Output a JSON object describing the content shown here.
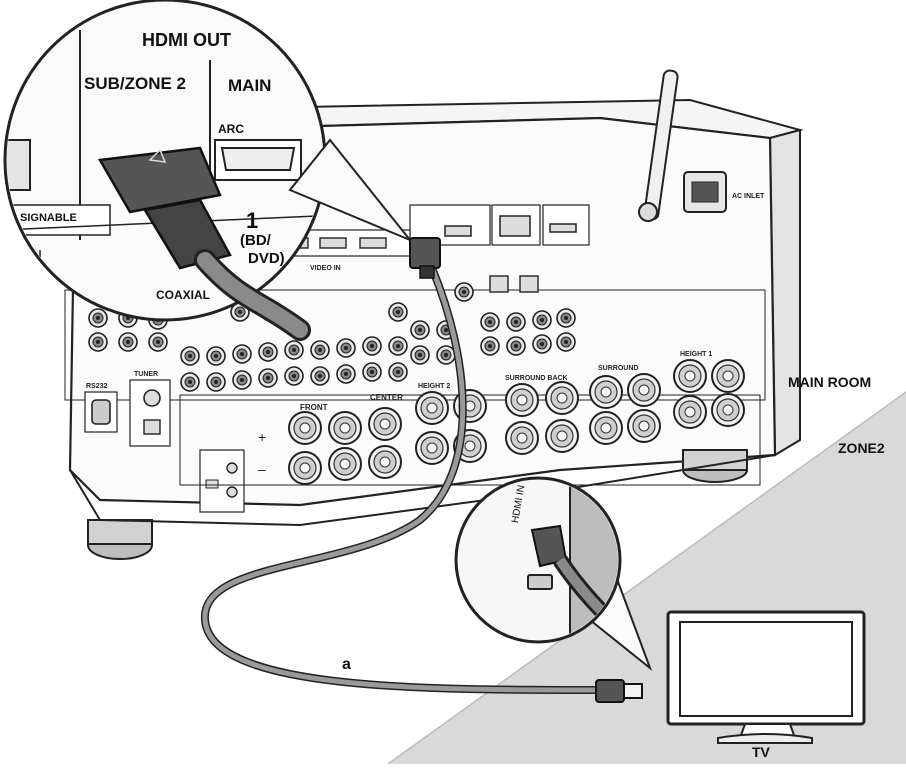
{
  "zoom_label_hdmi_out": "HDMI OUT",
  "zoom_label_sub_zone2": "SUB/ZONE 2",
  "zoom_label_main": "MAIN",
  "zoom_label_arc": "ARC",
  "zoom_label_input_number": "1",
  "zoom_label_input_bd": "(BD/",
  "zoom_label_input_dvd": "DVD)",
  "zoom_label_coaxial": "COAXIAL",
  "zoom_label_signable": "SIGNABLE",
  "tv_zoom_label_hdmi_in": "HDMI IN",
  "room_main": "MAIN ROOM",
  "room_zone2": "ZONE2",
  "cable_label": "a",
  "tv_label": "TV",
  "panel_labels": {
    "front": "FRONT",
    "center": "CENTER",
    "surround_back": "SURROUND BACK",
    "surround": "SURROUND",
    "height2": "HEIGHT 2",
    "height1": "HEIGHT 1",
    "tuner": "TUNER",
    "rs232": "RS232",
    "video_in": "VIDEO IN",
    "ac_inlet": "AC INLET",
    "plus": "+",
    "minus": "–"
  }
}
